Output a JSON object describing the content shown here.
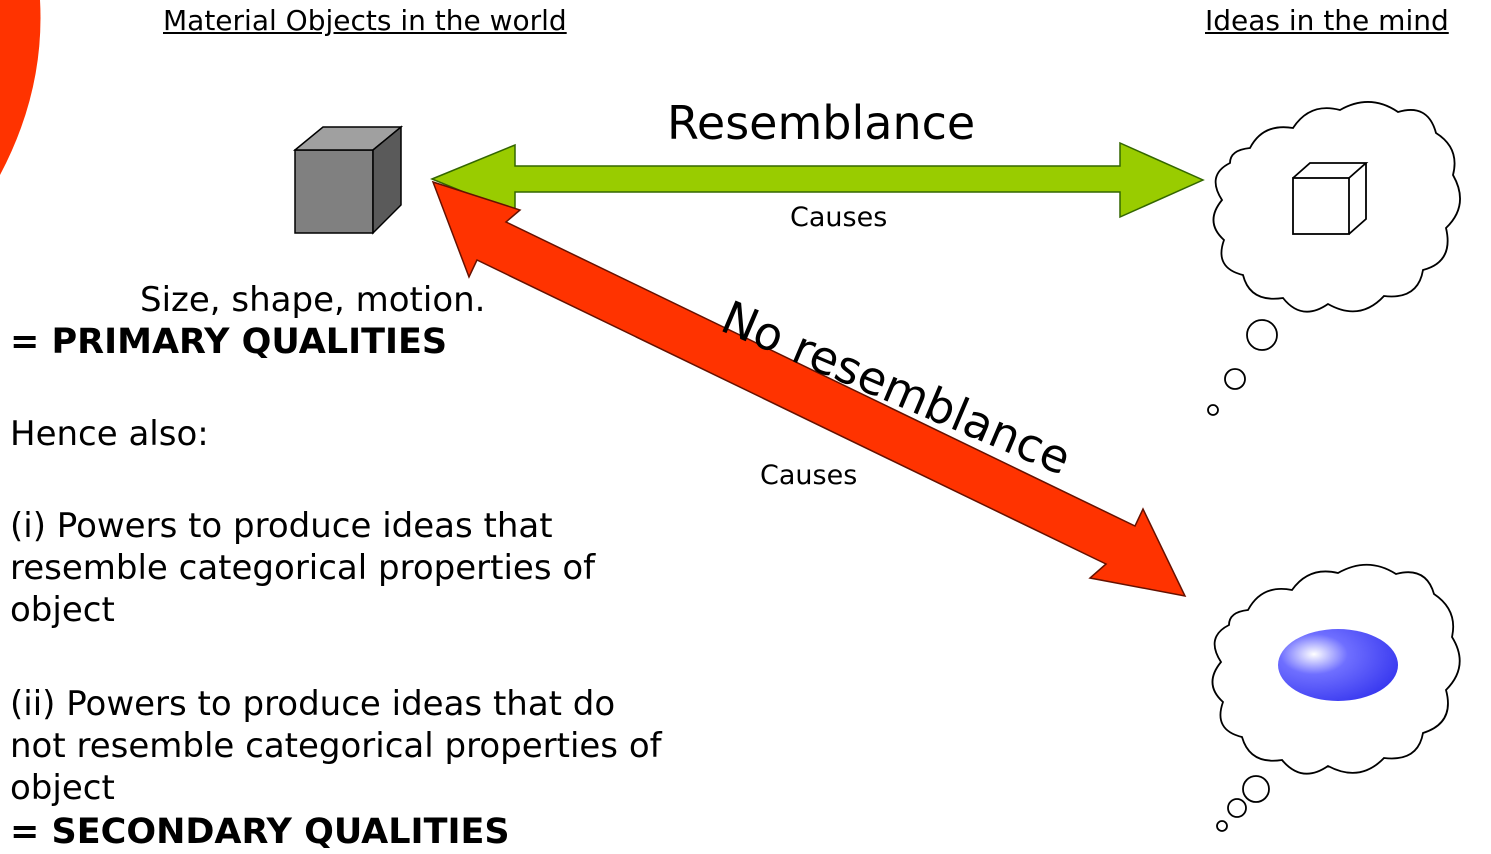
{
  "headings": {
    "left": "Material Objects in the world",
    "right": "Ideas in the mind"
  },
  "arrows": {
    "resemblance": "Resemblance",
    "no_resemblance": "No resemblance",
    "causes_top": "Causes",
    "causes_bottom": "Causes"
  },
  "left_text": {
    "size_shape": "Size, shape, motion.",
    "primary": "= PRIMARY  QUALITIES",
    "hence": "Hence also:",
    "power_1": "(i) Powers to produce ideas that resemble categorical properties of object",
    "power_2": "(ii) Powers to produce ideas that do not resemble categorical properties of object",
    "secondary": "= SECONDARY QUALITIES"
  },
  "colors": {
    "green_arrow": "#99cc00",
    "red_arrow": "#ff3300",
    "cube_gray": "#808080",
    "blue_blob": "#4444ff",
    "orange_edge": "#ff3300"
  },
  "icons": [
    "cube-icon",
    "thought-cloud-icon",
    "blue-blob-icon"
  ]
}
